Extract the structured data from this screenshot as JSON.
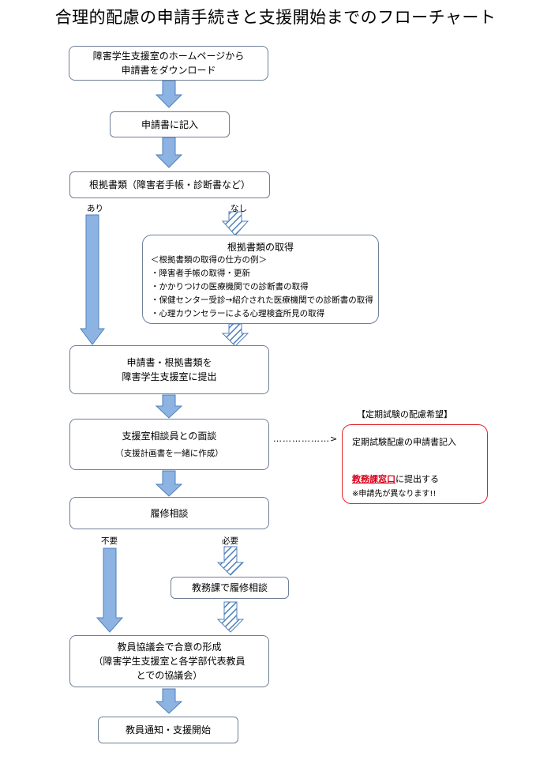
{
  "title": "合理的配慮の申請手続きと支援開始までのフローチャート",
  "steps": {
    "download_line1": "障害学生支援室のホームページから",
    "download_line2": "申請書をダウンロード",
    "fill": "申請書に記入",
    "docs": "根拠書類（障害者手帳・診断書など）",
    "submit_line1": "申請書・根拠書類を",
    "submit_line2": "障害学生支援室に提出",
    "interview": "支援室相談員との面談",
    "interview_note": "（支援計画書を一緒に作成）",
    "course_consult": "履修相談",
    "academic_consult": "教務課で履修相談",
    "agreement_line1": "教員協議会で合意の形成",
    "agreement_line2": "（障害学生支援室と各学部代表教員",
    "agreement_line3": "とでの協議会）",
    "start": "教員通知・支援開始"
  },
  "branches": {
    "yes": "あり",
    "no": "なし",
    "not_needed": "不要",
    "needed": "必要"
  },
  "acquire": {
    "heading": "根拠書類の取得",
    "examples_title": "＜根拠書類の取得の仕方の例＞",
    "items": [
      "・障害者手帳の取得・更新",
      "・かかりつけの医療機関での診断書の取得",
      "・保健センター受診→紹介された医療機関での診断書の取得",
      "・心理カウンセラーによる心理検査所見の取得"
    ]
  },
  "exam": {
    "heading": "【定期試験の配慮希望】",
    "fill": "定期試験配慮の申請書記入",
    "office": "教務課窓口",
    "submit_suffix": "に提出する",
    "note": "※申請先が異なります!!"
  },
  "connector": "………………>",
  "colors": {
    "arrow_fill": "#8db3e2",
    "arrow_stroke": "#4f81bd",
    "box_border": "#6e7f96",
    "exam_border": "#e0242a",
    "emphasis": "#d9001b"
  }
}
